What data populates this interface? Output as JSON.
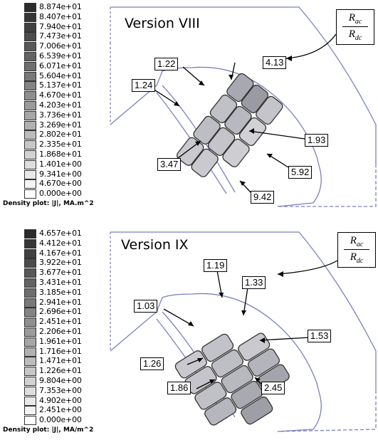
{
  "panels": [
    {
      "title": "Version VIII",
      "legend": {
        "values": [
          "8.874e+01",
          "8.407e+01",
          "7.940e+01",
          "7.473e+01",
          "7.006e+01",
          "6.539e+01",
          "6.071e+01",
          "5.604e+01",
          "5.137e+01",
          "4.670e+01",
          "4.203e+01",
          "3.736e+01",
          "3.269e+01",
          "2.802e+01",
          "2.335e+01",
          "1.868e+01",
          "1.401e+00",
          "9.341e+00",
          "4.670e+00",
          "0.000e+00"
        ],
        "caption": "Density plot: |J|, MA.m^2"
      },
      "ratio": {
        "num_main": "R",
        "num_sub": "ac",
        "den_main": "R",
        "den_sub": "dc"
      },
      "callouts": [
        "1.22",
        "4.13",
        "1.24",
        "1.93",
        "3.47",
        "5.92",
        "9.42"
      ]
    },
    {
      "title": "Version IX",
      "legend": {
        "values": [
          "4.657e+01",
          "4.412e+01",
          "4.167e+01",
          "3.922e+01",
          "3.677e+01",
          "3.431e+01",
          "3.185e+01",
          "2.941e+01",
          "2.696e+01",
          "2.451e+01",
          "2.206e+01",
          "1.961e+01",
          "1.716e+01",
          "1.471e+01",
          "1.226e+01",
          "9.804e+00",
          "7.353e+00",
          "4.902e+00",
          "2.451e+00",
          "0.000e+00"
        ],
        "caption": "Density plot: |J|, MA/m^2"
      },
      "ratio": {
        "num_main": "R",
        "num_sub": "ac",
        "den_main": "R",
        "den_sub": "dc"
      },
      "callouts": [
        "1.19",
        "1.33",
        "1.03",
        "1.53",
        "1.26",
        "1.86",
        "2.45"
      ]
    }
  ],
  "colors": {
    "outline": "#7b7fbf",
    "legend_dark": "#2b2b2b",
    "legend_light": "#ffffff",
    "conductor_fill": "#c9c9cf"
  }
}
